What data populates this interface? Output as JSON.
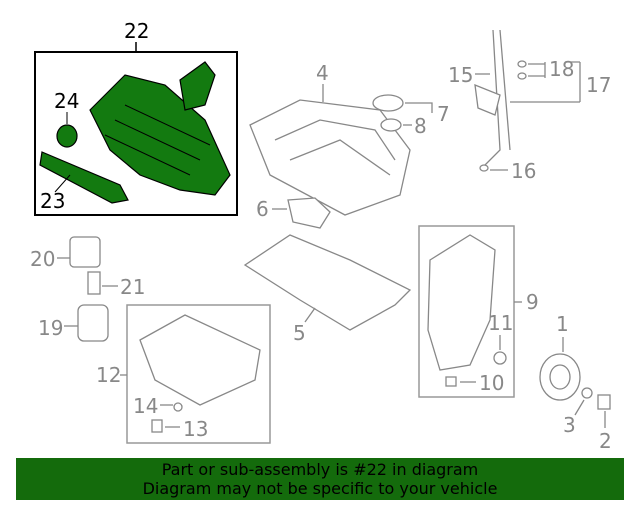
{
  "callouts": {
    "c22": "22",
    "c24": "24",
    "c23": "23",
    "c4": "4",
    "c15": "15",
    "c18": "18",
    "c17": "17",
    "c7": "7",
    "c8": "8",
    "c16": "16",
    "c6": "6",
    "c20": "20",
    "c21": "21",
    "c19": "19",
    "c12": "12",
    "c14": "14",
    "c13": "13",
    "c5": "5",
    "c9": "9",
    "c11": "11",
    "c10": "10",
    "c1": "1",
    "c3": "3",
    "c2": "2"
  },
  "colors": {
    "highlight": "#137a10",
    "banner": "#146b0c"
  },
  "banner": {
    "line1": "Part or sub-assembly is #22 in diagram",
    "line2": "Diagram may not be specific to your vehicle"
  }
}
